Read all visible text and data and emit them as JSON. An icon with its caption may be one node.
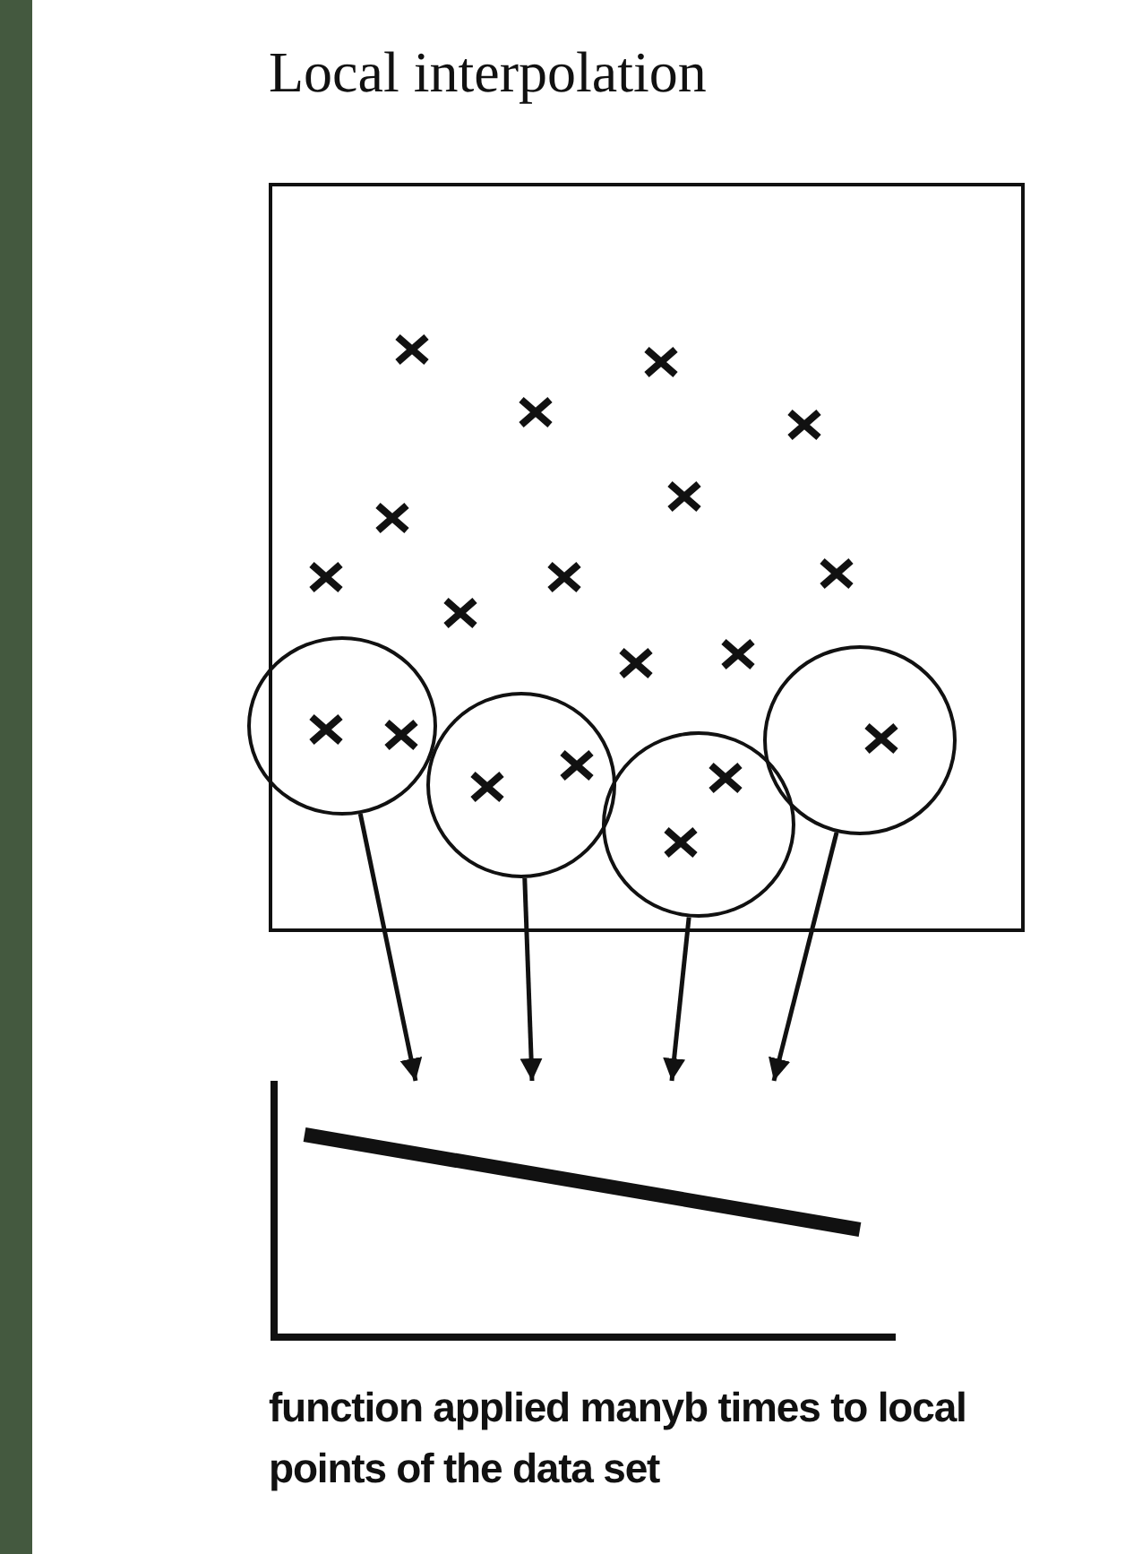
{
  "diagram": {
    "title": "Local interpolation",
    "caption": "function applied manyb times to local points of the data set",
    "nodes": [
      {
        "text": [],
        "shape": "box"
      },
      {
        "text": [],
        "shape": "circle",
        "in": 0
      },
      {
        "text": [],
        "shape": "circle",
        "in": 0
      },
      {
        "text": [],
        "shape": "circle",
        "in": 0
      },
      {
        "text": [],
        "shape": "circle",
        "in": 0
      },
      {
        "text": [],
        "shape": "chart"
      }
    ],
    "edges": [
      {
        "from": 1,
        "to": 5,
        "arrow": "to"
      },
      {
        "from": 2,
        "to": 5,
        "arrow": "to"
      },
      {
        "from": 3,
        "to": 5,
        "arrow": "to"
      },
      {
        "from": 4,
        "to": 5,
        "arrow": "to"
      }
    ]
  }
}
